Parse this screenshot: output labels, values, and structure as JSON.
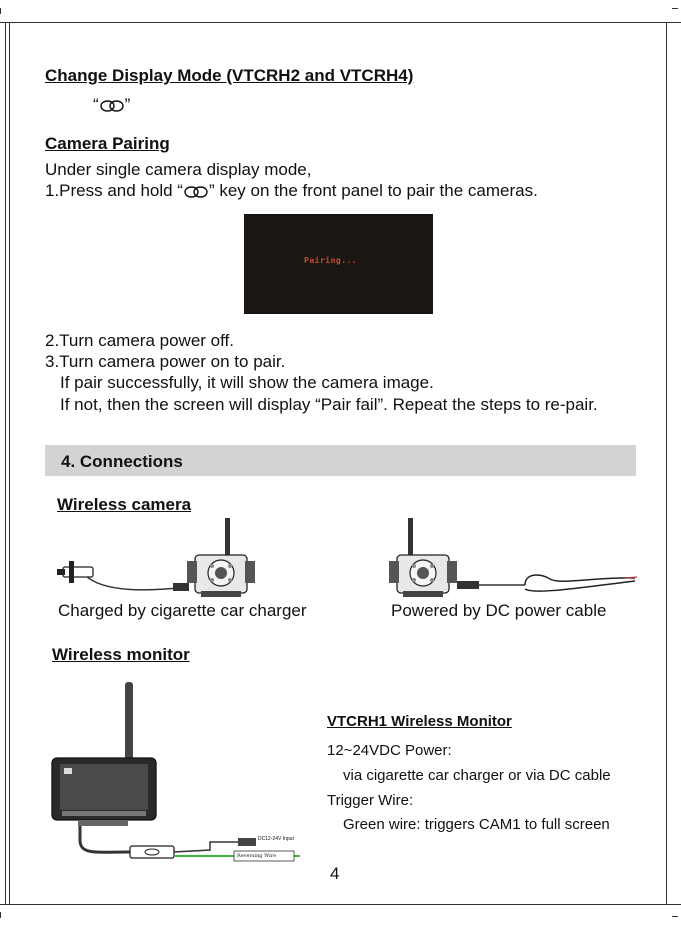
{
  "section_change": {
    "title": "Change Display Mode (VTCRH2 and VTCRH4)",
    "quote_open": "“",
    "quote_close": "”"
  },
  "section_pairing": {
    "title": "Camera Pairing",
    "intro": "Under single camera display mode,",
    "step1_a": "1.Press and hold “",
    "step1_b": "” key on the front panel to pair the cameras.",
    "screen_text": "Pairing...",
    "step2": "2.Turn camera power off.",
    "step3": "3.Turn camera power on to pair.",
    "note1": "If pair successfully, it will show the camera image.",
    "note2": "If not, then the screen will display “Pair fail”. Repeat the steps to re-pair."
  },
  "connections": {
    "header": "4. Connections",
    "wireless_camera": "Wireless camera",
    "caption_left": "Charged by cigarette car charger",
    "caption_right": "Powered by DC power cable",
    "wireless_monitor": "Wireless monitor",
    "monitor_title": "VTCRH1 Wireless Monitor",
    "power_label": "12~24VDC Power:",
    "power_detail": "via cigarette car charger or via DC cable",
    "trigger_label": "Trigger Wire:",
    "trigger_detail": "Green wire: triggers CAM1 to full screen",
    "dc_input_label": "DC12-24V Input",
    "reversing_label": "Reversing Wire"
  },
  "page_number": "4"
}
